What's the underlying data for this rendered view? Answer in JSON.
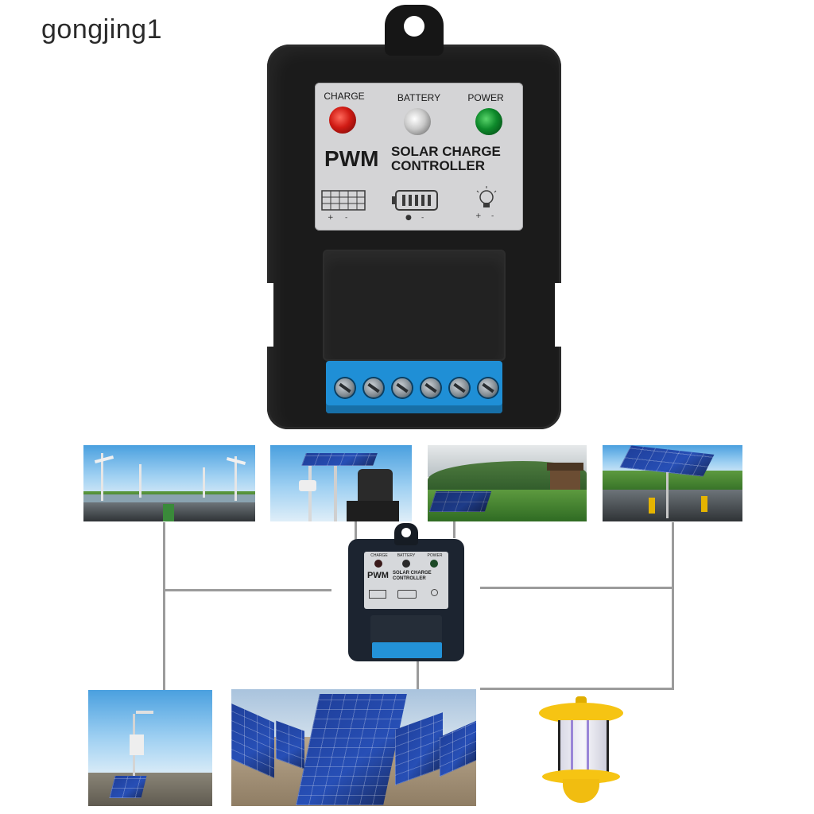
{
  "watermark": "gongjing1",
  "product": {
    "indicators": [
      {
        "label": "CHARGE",
        "color": "#d01b14"
      },
      {
        "label": "BATTERY",
        "color": "#c9c9c9"
      },
      {
        "label": "POWER",
        "color": "#0e8a2b"
      }
    ],
    "brand": "PWM",
    "model_line1": "SOLAR CHARGE",
    "model_line2": "CONTROLLER",
    "terminal_screws": 6,
    "terminal_color": "#1f8fd6"
  },
  "mini_product": {
    "indicators": [
      "CHARGE",
      "BATTERY",
      "POWER"
    ],
    "brand": "PWM",
    "model_line1": "SOLAR CHARGE",
    "model_line2": "CONTROLLER"
  },
  "applications": [
    {
      "name": "street-lights"
    },
    {
      "name": "solar-monitoring-camera"
    },
    {
      "name": "rural-solar-panels"
    },
    {
      "name": "roadside-solar-panel"
    },
    {
      "name": "weather-station"
    },
    {
      "name": "solar-farm"
    },
    {
      "name": "insect-killer-lamp"
    }
  ]
}
